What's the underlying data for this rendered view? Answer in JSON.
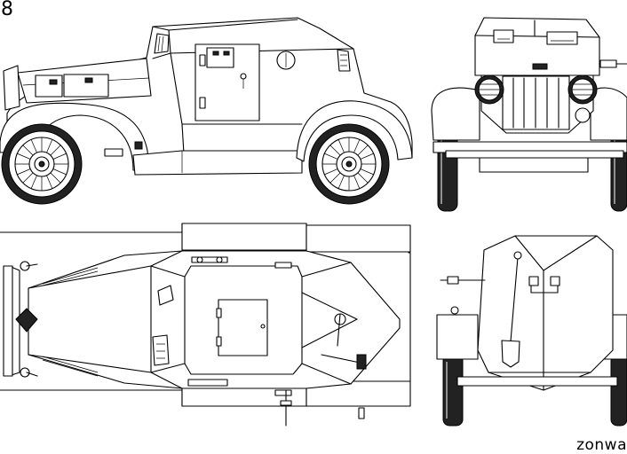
{
  "drawing": {
    "plate_number": "8",
    "watermark": "zonwa"
  },
  "views": [
    "side-view",
    "front-view",
    "top-view",
    "rear-view"
  ]
}
